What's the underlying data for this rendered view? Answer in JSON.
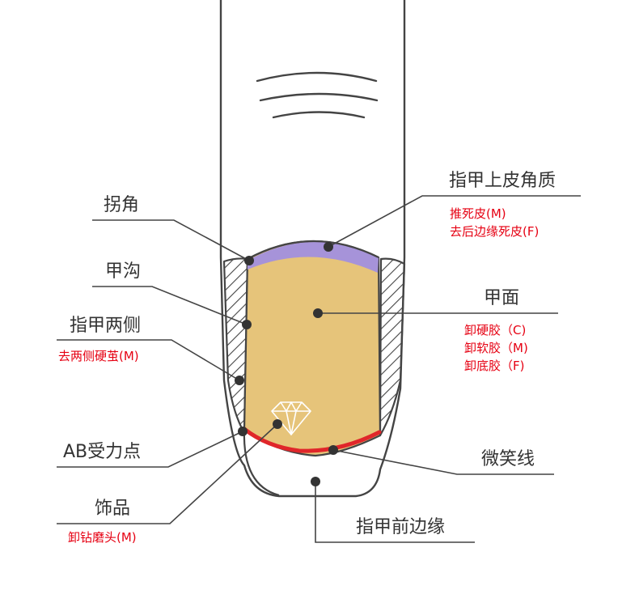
{
  "colors": {
    "outline": "#444444",
    "nail_plate": "#e6c47a",
    "cuticle": "#a693d9",
    "smile_line": "#e0262a",
    "hatch": "#444444",
    "note_text": "#e60012",
    "label_text": "#333333"
  },
  "icons": [
    "diamond-icon"
  ],
  "labels": {
    "corner": {
      "title": "拐角"
    },
    "nail_groove": {
      "title": "甲沟"
    },
    "nail_sides": {
      "title": "指甲两侧",
      "notes": [
        "去两侧硬茧(M)"
      ]
    },
    "stress_point": {
      "title": "AB受力点"
    },
    "decoration": {
      "title": "饰品",
      "notes": [
        "卸钻磨头(M)"
      ]
    },
    "eponychium": {
      "title": "指甲上皮角质",
      "notes": [
        "推死皮(M)",
        "去后边缘死皮(F)"
      ]
    },
    "nail_plate": {
      "title": "甲面",
      "notes": [
        "卸硬胶（C)",
        "卸软胶（M)",
        "卸底胶（F)"
      ]
    },
    "smile_line": {
      "title": "微笑线"
    },
    "free_edge": {
      "title": "指甲前边缘"
    }
  }
}
